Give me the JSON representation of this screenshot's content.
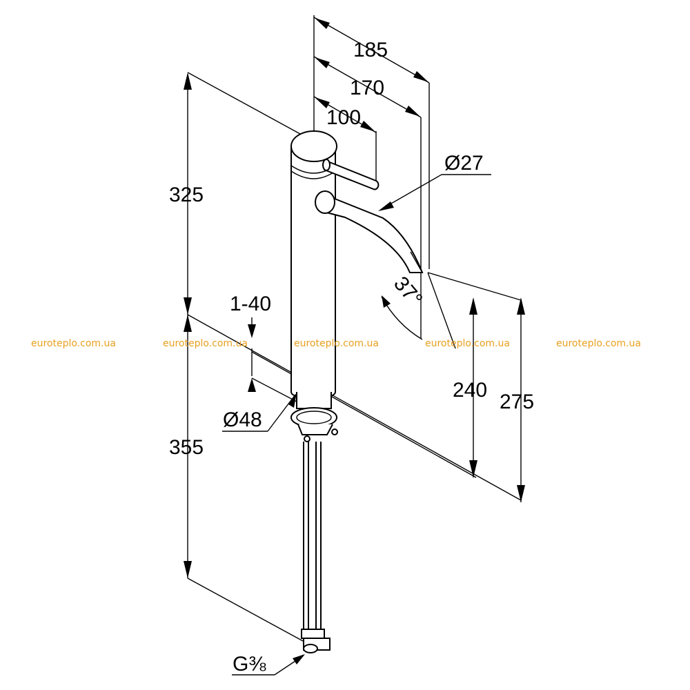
{
  "dimensions": {
    "overall_reach": "185",
    "spout_reach": "170",
    "handle_reach": "100",
    "spout_diameter": "Ø27",
    "upper_height": "325",
    "deck_thickness": "1-40",
    "spout_angle": "37°",
    "spout_height": "240",
    "total_height": "275",
    "base_diameter": "Ø48",
    "lower_height": "355",
    "connection": "G⅜"
  },
  "watermarks": [
    "euroteplo.com.ua",
    "euroteplo.com.ua",
    "euroteplo.com.ua",
    "euroteplo.com.ua",
    "euroteplo.com.ua"
  ],
  "colors": {
    "line": "#000000",
    "watermark": "#e8a020",
    "background": "#ffffff"
  }
}
